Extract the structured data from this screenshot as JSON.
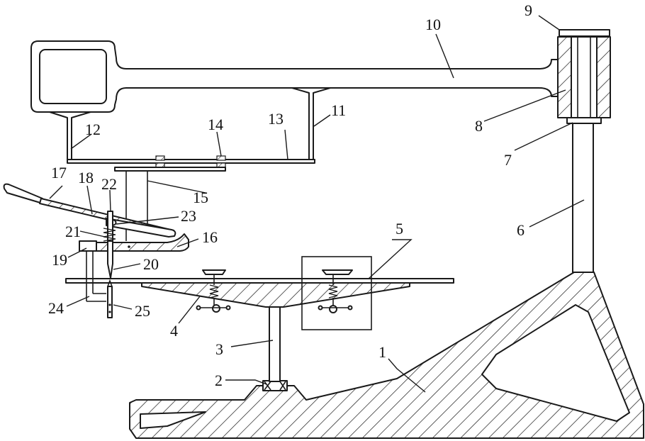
{
  "labels": {
    "l1": "1",
    "l2": "2",
    "l3": "3",
    "l4": "4",
    "l5": "5",
    "l6": "6",
    "l7": "7",
    "l8": "8",
    "l9": "9",
    "l10": "10",
    "l11": "11",
    "l12": "12",
    "l13": "13",
    "l14": "14",
    "l15": "15",
    "l16": "16",
    "l17": "17",
    "l18": "18",
    "l19": "19",
    "l20": "20",
    "l21": "21",
    "l22": "22",
    "l23": "23",
    "l24": "24",
    "l25": "25"
  }
}
